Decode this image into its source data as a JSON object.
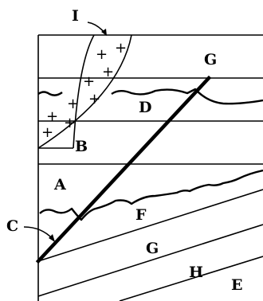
{
  "diagram": {
    "labels": {
      "I": "I",
      "G_top": "G",
      "D": "D",
      "B": "B",
      "A": "A",
      "C": "C",
      "F": "F",
      "G_lower": "G",
      "H": "H",
      "E": "E"
    },
    "intrusion_symbol": "+"
  }
}
